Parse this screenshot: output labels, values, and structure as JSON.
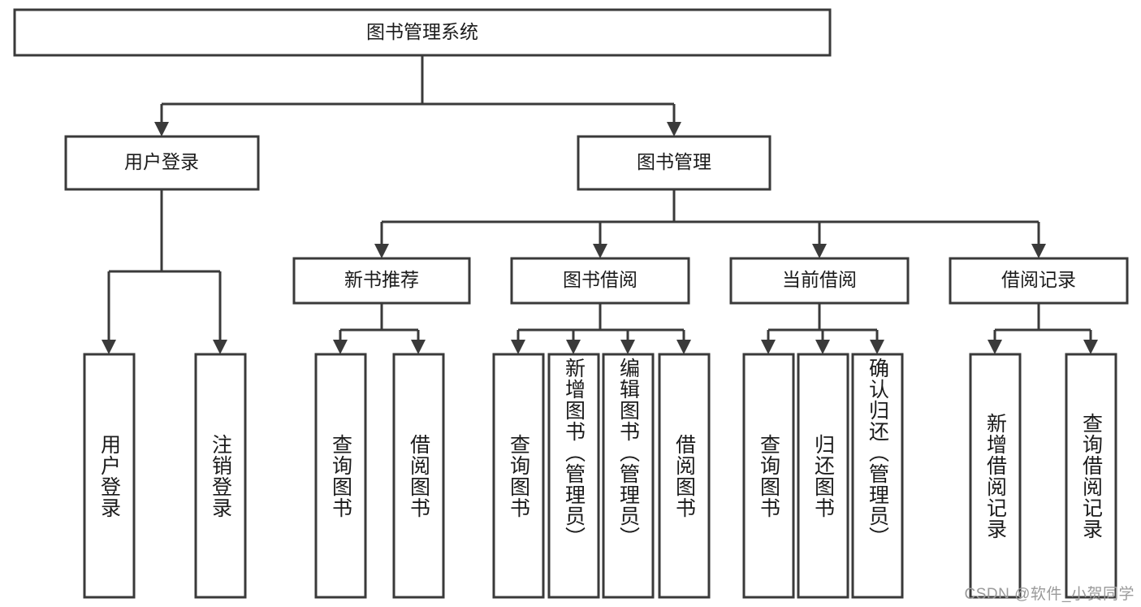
{
  "diagram": {
    "type": "tree",
    "title": "图书管理系统",
    "root": {
      "id": "root",
      "label": "图书管理系统"
    },
    "level2": [
      {
        "id": "user-login",
        "label": "用户登录"
      },
      {
        "id": "book-management",
        "label": "图书管理"
      }
    ],
    "level3": [
      {
        "id": "new-book-recommend",
        "label": "新书推荐"
      },
      {
        "id": "book-borrow",
        "label": "图书借阅"
      },
      {
        "id": "current-borrow",
        "label": "当前借阅"
      },
      {
        "id": "borrow-record",
        "label": "借阅记录"
      }
    ],
    "leaves": {
      "user_login": [
        {
          "id": "leaf-user-login",
          "label": "用户登录"
        },
        {
          "id": "leaf-user-logout",
          "label": "注销登录"
        }
      ],
      "new_book_recommend": [
        {
          "id": "leaf-query-book-1",
          "label": "查询图书"
        },
        {
          "id": "leaf-borrow-book-1",
          "label": "借阅图书"
        }
      ],
      "book_borrow": [
        {
          "id": "leaf-query-book-2",
          "label": "查询图书"
        },
        {
          "id": "leaf-add-book",
          "label": "新增图书（管理员）"
        },
        {
          "id": "leaf-edit-book",
          "label": "编辑图书（管理员）"
        },
        {
          "id": "leaf-borrow-book-2",
          "label": "借阅图书"
        }
      ],
      "current_borrow": [
        {
          "id": "leaf-query-book-3",
          "label": "查询图书"
        },
        {
          "id": "leaf-return-book",
          "label": "归还图书"
        },
        {
          "id": "leaf-confirm-return",
          "label": "确认归还（管理员）"
        }
      ],
      "borrow_record": [
        {
          "id": "leaf-add-record",
          "label": "新增借阅记录"
        },
        {
          "id": "leaf-query-record",
          "label": "查询借阅记录"
        }
      ]
    }
  },
  "watermark": {
    "text": "CSDN @软件_小贺同学"
  },
  "colors": {
    "stroke": "#3a3a3a",
    "box_fill": "#ffffff",
    "text": "#1b1b1b",
    "background": "#ffffff",
    "watermark": "#9a9a9a"
  }
}
